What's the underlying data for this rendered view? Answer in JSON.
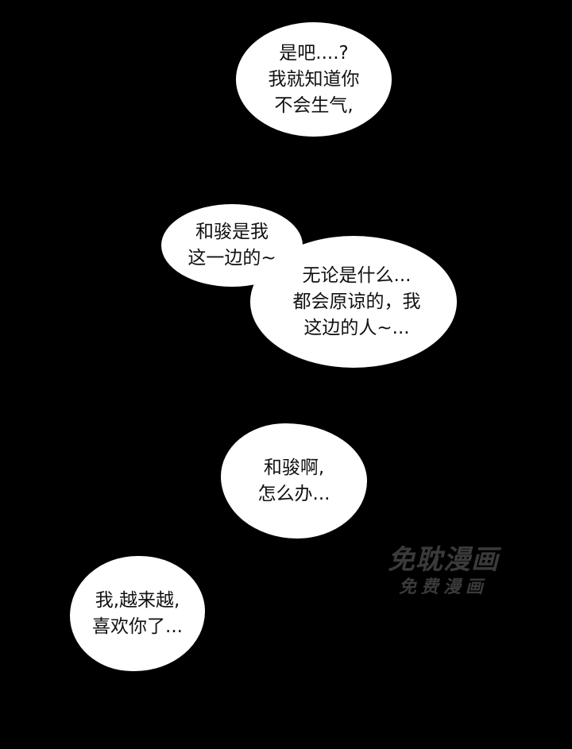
{
  "page": {
    "background_color": "#000000",
    "bubble_color": "#ffffff",
    "text_color": "#111111"
  },
  "bubbles": [
    {
      "lines": [
        "是吧....?",
        "我就知道你",
        "不会生气,"
      ]
    },
    {
      "lines": [
        "和骏是我",
        "这一边的~"
      ]
    },
    {
      "lines": [
        "无论是什么...",
        "都会原谅的，我",
        "这边的人~..."
      ]
    },
    {
      "lines": [
        "和骏啊,",
        "怎么办..."
      ]
    },
    {
      "lines": [
        "我,越来越,",
        "喜欢你了..."
      ]
    }
  ],
  "watermark": {
    "main": "免耽漫画",
    "sub": "免费漫画",
    "color": "#3a3a3a"
  }
}
